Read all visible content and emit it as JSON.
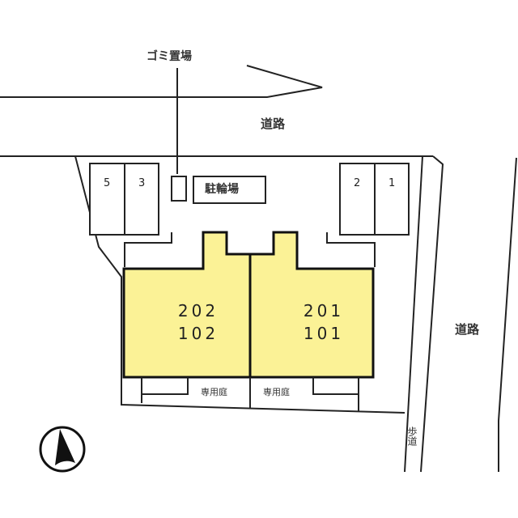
{
  "colors": {
    "building_fill": "#FBF296",
    "line": "#222222",
    "background": "#FFFFFF"
  },
  "labels": {
    "garbage": "ゴミ置場",
    "road_top": "道路",
    "road_right": "道路",
    "bicycle_parking": "駐輪場",
    "sidewalk": "歩道",
    "private_garden_left": "専用庭",
    "private_garden_right": "専用庭"
  },
  "parking": [
    {
      "number": "5"
    },
    {
      "number": "3"
    },
    {
      "number": "2"
    },
    {
      "number": "1"
    }
  ],
  "units": [
    {
      "upper": "202",
      "lower": "102"
    },
    {
      "upper": "201",
      "lower": "101"
    }
  ],
  "icons": {
    "north_arrow": "north-arrow-icon"
  }
}
